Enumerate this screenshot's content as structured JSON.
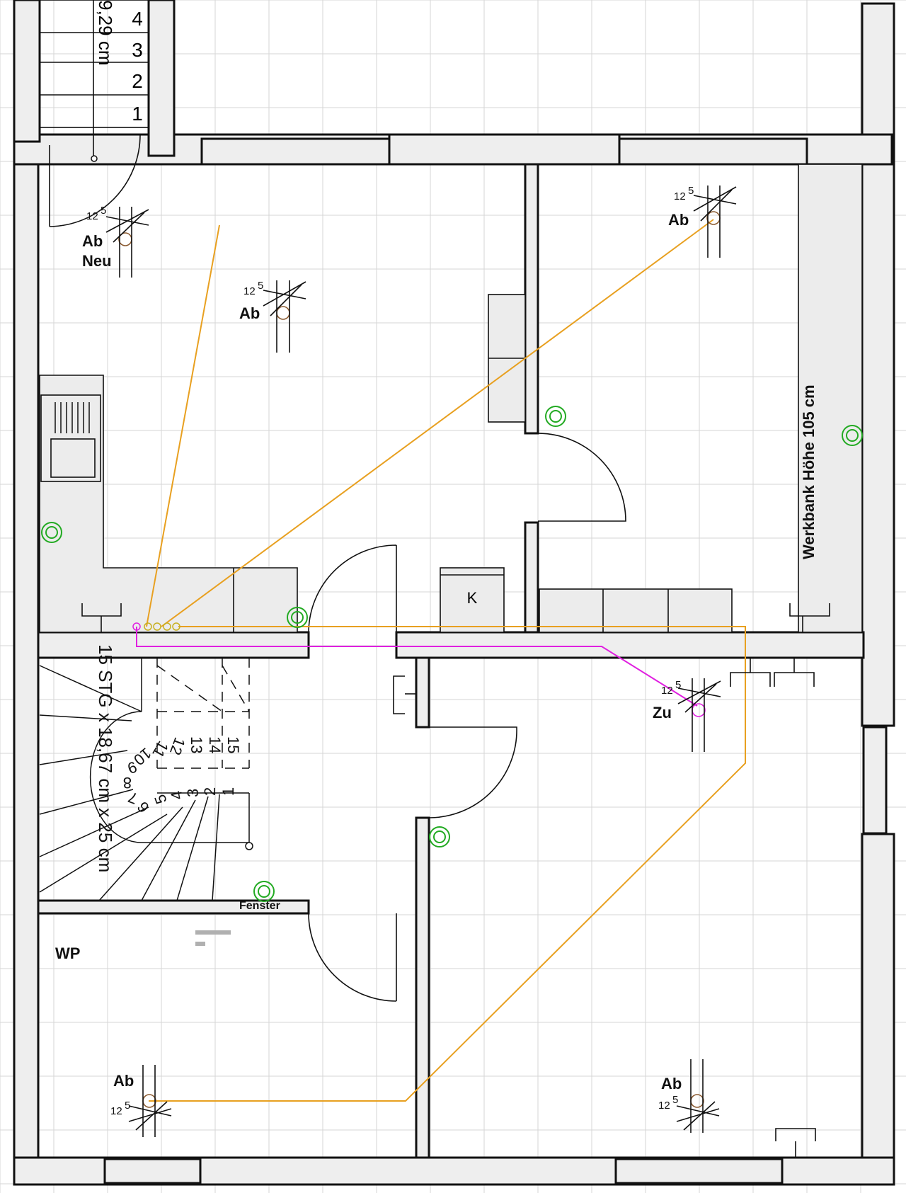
{
  "labels": {
    "ab_neu_1": "Ab",
    "ab_neu_2": "Neu",
    "ab_mid": "Ab",
    "ab_top_right": "Ab",
    "zu": "Zu",
    "ab_bottom_left": "Ab",
    "ab_bottom_right": "Ab",
    "wp": "WP",
    "werkbank": "Werkbank Höhe 105 cm",
    "k": "K",
    "stair_top_dim": "9,29 cm",
    "stair_main": "15 STG x 18,67 cm x 25 cm",
    "stair_partial": "Fenster"
  },
  "size_tag": {
    "base": "12",
    "sup": "5"
  },
  "stair_top_numbers": [
    "4",
    "3",
    "2",
    "1"
  ],
  "stair_numbers": [
    "15",
    "14",
    "13",
    "12",
    "11",
    "10",
    "9",
    "8",
    "7",
    "6",
    "5",
    "4",
    "3",
    "2",
    "1"
  ],
  "colors": {
    "wall_fill": "#eeeeee",
    "ink": "#111111",
    "duct": "#e8a020",
    "duct_pink": "#e020e0",
    "outlet": "#22aa22",
    "valve": "#8a5a30",
    "grid": "#d6d6d6"
  }
}
